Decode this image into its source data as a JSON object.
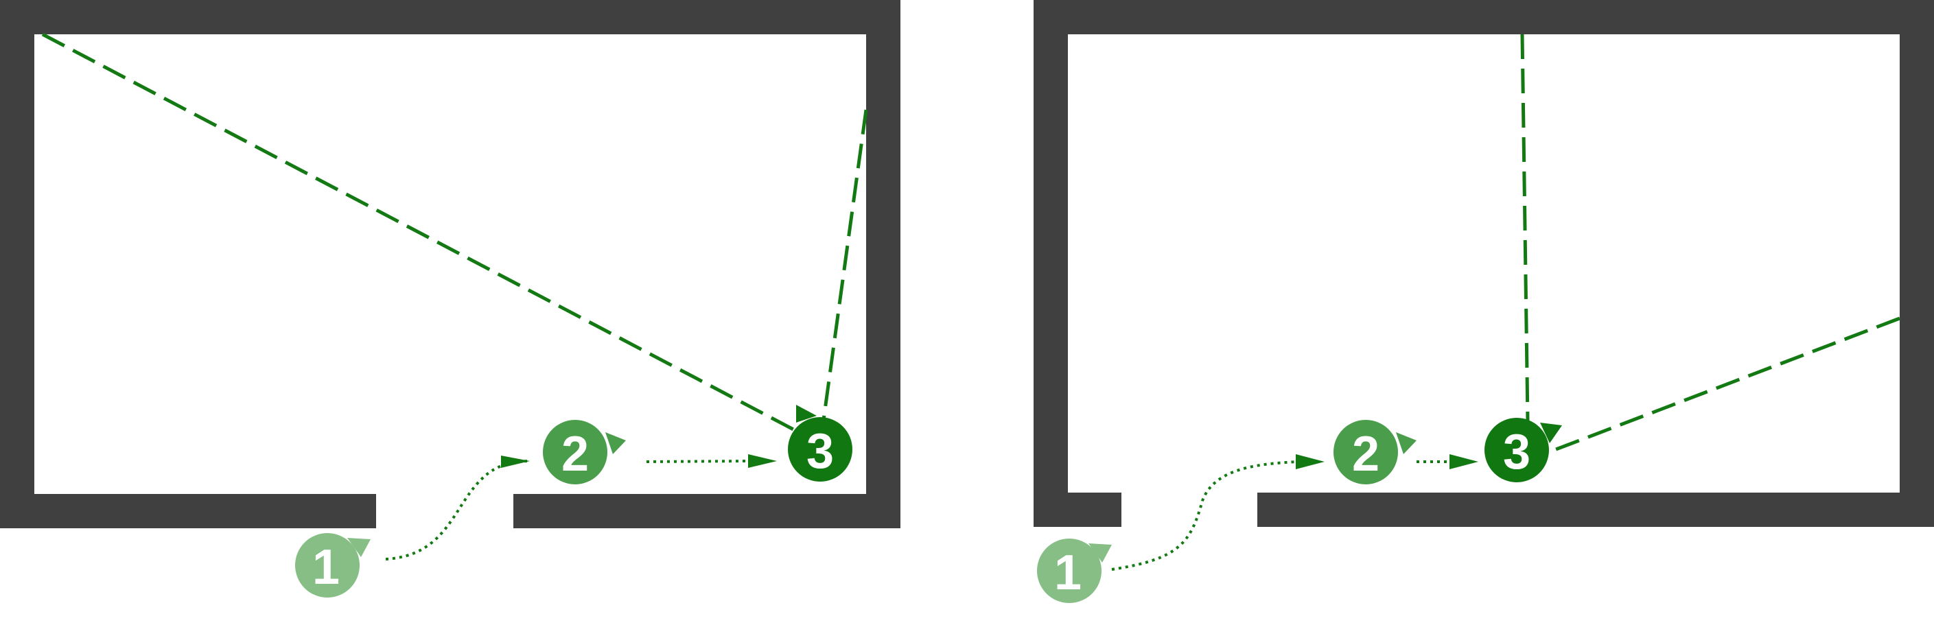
{
  "colors": {
    "wall": "#404040",
    "path": "#137a13",
    "step1": "#86be86",
    "step2": "#4a9d4a",
    "step3": "#117811",
    "background": "#ffffff"
  },
  "rooms": [
    {
      "name": "left-room",
      "markers": [
        {
          "label": "1",
          "shade": "step1"
        },
        {
          "label": "2",
          "shade": "step2"
        },
        {
          "label": "3",
          "shade": "step3"
        }
      ]
    },
    {
      "name": "right-room",
      "markers": [
        {
          "label": "1",
          "shade": "step1"
        },
        {
          "label": "2",
          "shade": "step2"
        },
        {
          "label": "3",
          "shade": "step3"
        }
      ]
    }
  ]
}
